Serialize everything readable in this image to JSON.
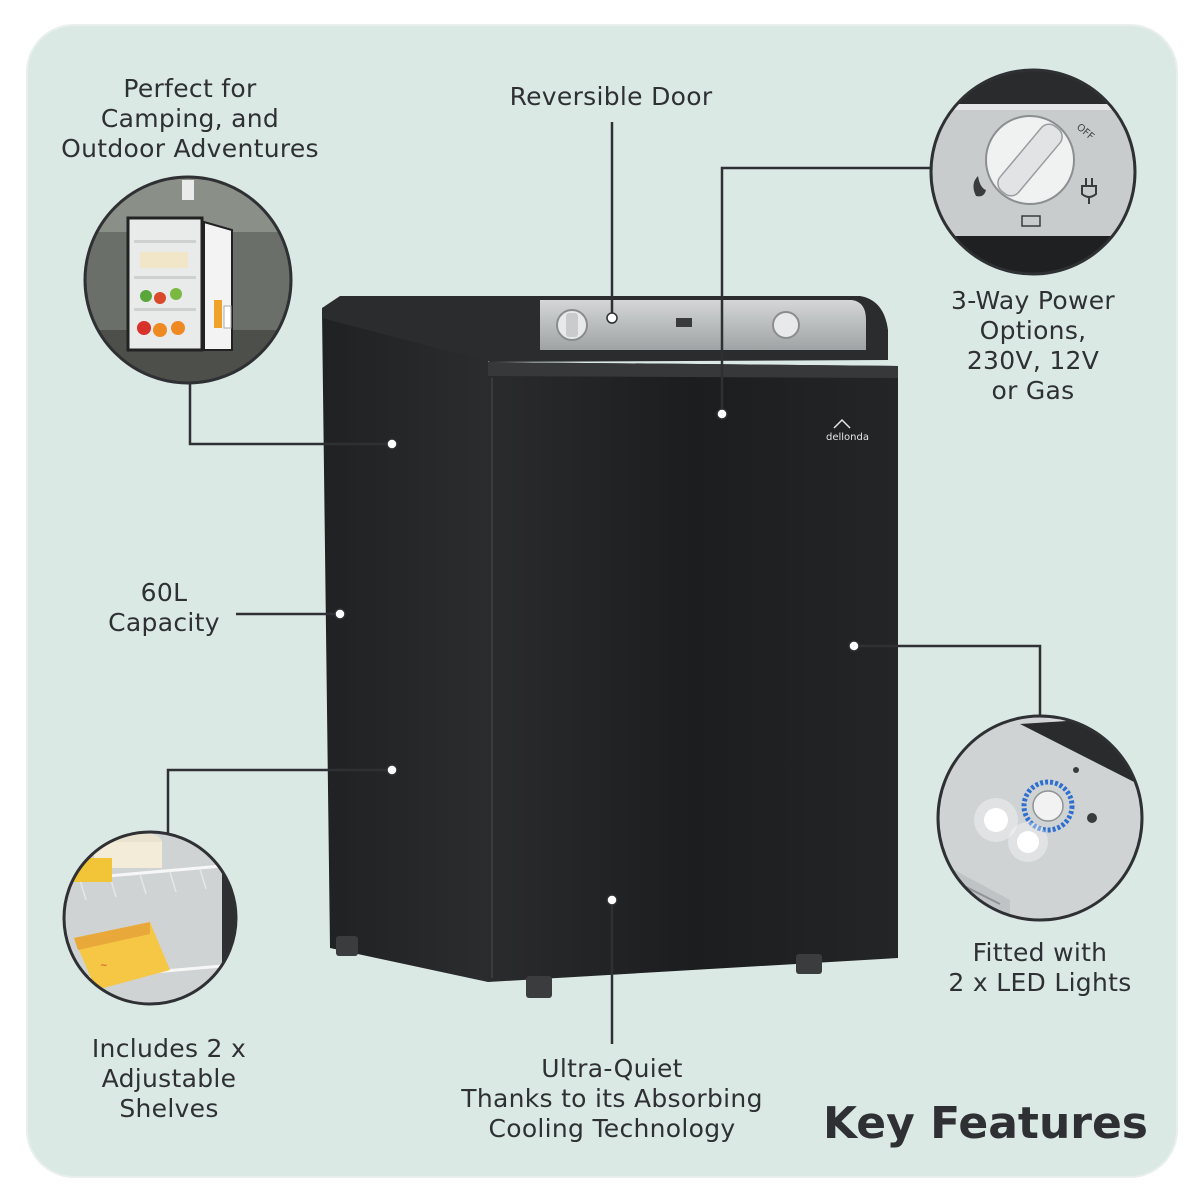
{
  "title": "Key Features",
  "brand": "dellonda",
  "features": {
    "camping": "Perfect for\nCamping, and\nOutdoor Adventures",
    "door": "Reversible Door",
    "power": "3-Way Power\nOptions,\n230V, 12V\nor Gas",
    "capacity": "60L\nCapacity",
    "shelves": "Includes 2 x\nAdjustable\nShelves",
    "quiet": "Ultra-Quiet\nThanks to its Absorbing\nCooling Technology",
    "led": "Fitted with\n2 x LED Lights"
  },
  "dial_labels": {
    "off": "OFF"
  },
  "colors": {
    "background": "#dbe9e5",
    "fridge_body": "#1f2022",
    "panel": "#b9bcbe",
    "line": "#2f3033"
  }
}
